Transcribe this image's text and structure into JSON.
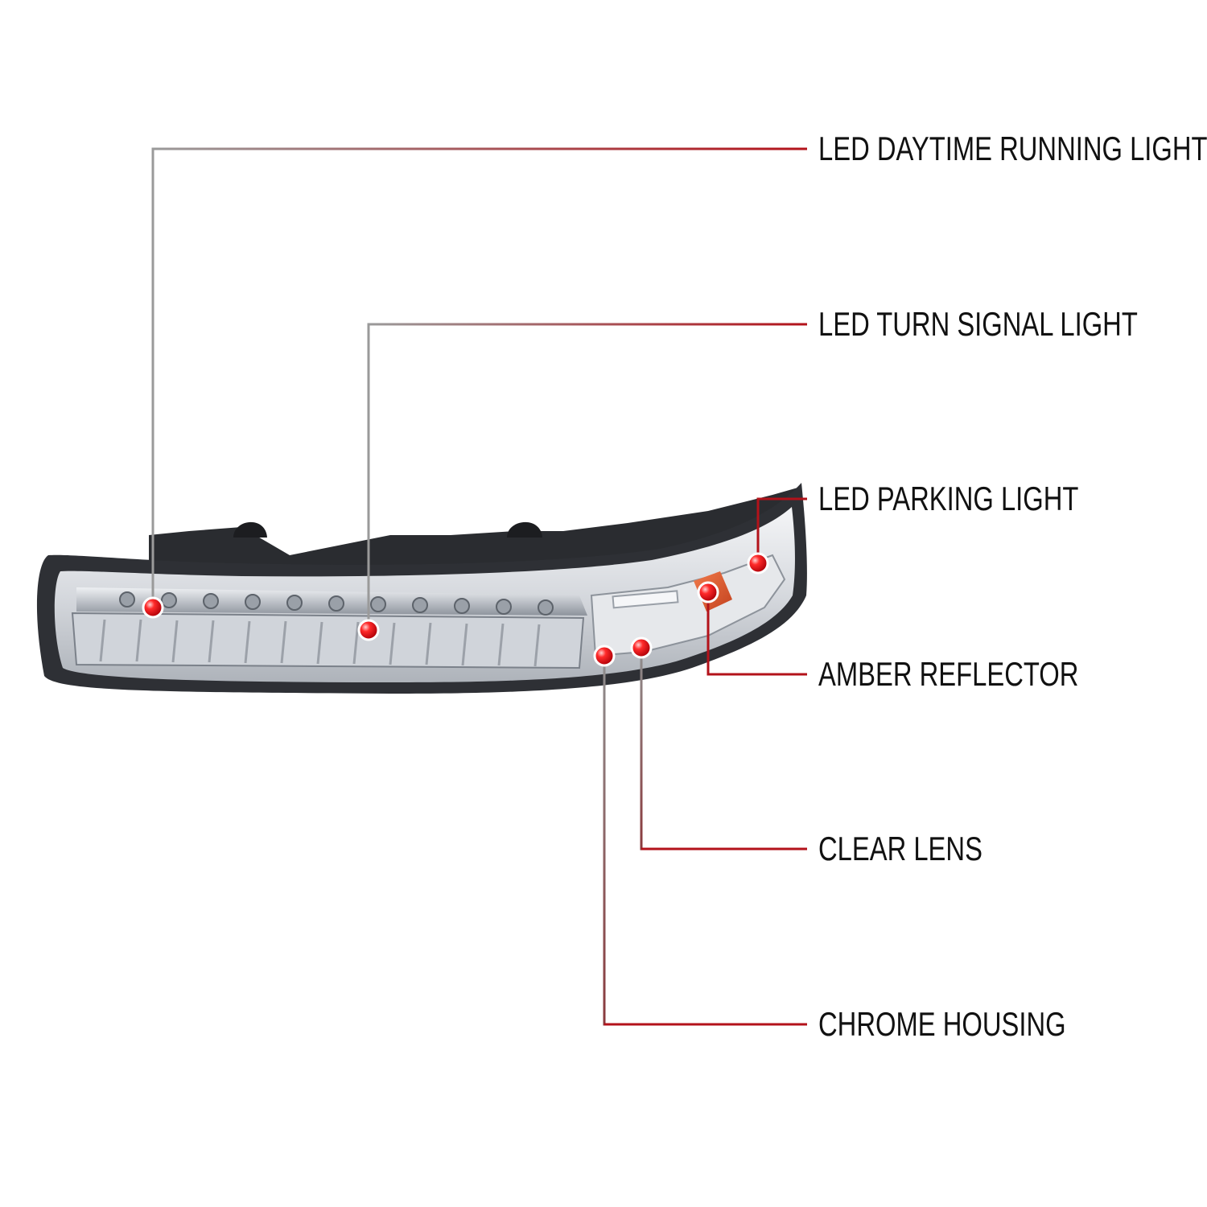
{
  "callouts": [
    {
      "id": "led-daytime-running-light",
      "label": "LED DAYTIME RUNNING LIGHT"
    },
    {
      "id": "led-turn-signal-light",
      "label": "LED TURN SIGNAL LIGHT"
    },
    {
      "id": "led-parking-light",
      "label": "LED PARKING LIGHT"
    },
    {
      "id": "amber-reflector",
      "label": "AMBER REFLECTOR"
    },
    {
      "id": "clear-lens",
      "label": "CLEAR LENS"
    },
    {
      "id": "chrome-housing",
      "label": "CHROME HOUSING"
    }
  ],
  "colors": {
    "marker": "#e0141b",
    "leader_start": "#9a9a9a",
    "leader_end": "#b3121a",
    "text": "#111111",
    "housing_dark": "#2a2c30",
    "chrome": "#c9ccd1",
    "amber": "#d9532a"
  }
}
